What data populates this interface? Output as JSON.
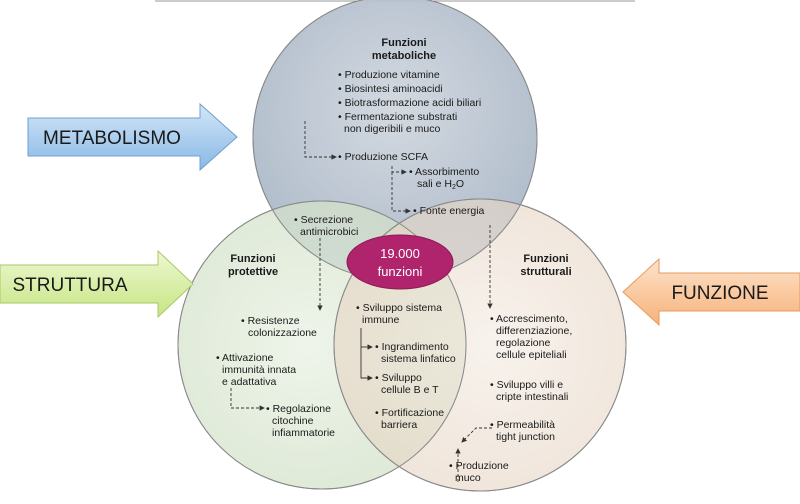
{
  "arrows": {
    "metabolismo": {
      "label": "METABOLISMO",
      "color": "#a9cdef"
    },
    "struttura": {
      "label": "STRUTTURA",
      "color": "#d9f0a3"
    },
    "funzione": {
      "label": "FUNZIONE",
      "color": "#fbc99a"
    }
  },
  "circles": {
    "top": {
      "color": "#b3bfcd"
    },
    "left": {
      "color": "#d8e6cf"
    },
    "right": {
      "color": "#ebdccd"
    }
  },
  "center": {
    "line1": "19.000",
    "line2": "funzioni",
    "color": "#b0246d"
  },
  "metabolic": {
    "title_line1": "Funzioni",
    "title_line2": "metaboliche",
    "items": [
      "• Produzione vitamine",
      "• Biosintesi aminoacidi",
      "• Biotrasformazione acidi biliari",
      "• Fermentazione substrati",
      "non digeribili e muco",
      "• Produzione SCFA",
      "• Assorbimento",
      "sali e H",
      "2",
      "O",
      "• Fonte energia"
    ]
  },
  "protective": {
    "title_line1": "Funzioni",
    "title_line2": "protettive",
    "items": [
      "• Secrezione",
      "antimicrobici",
      "• Resistenze",
      "colonizzazione",
      "• Attivazione",
      "immunità innata",
      "e adattativa",
      "• Regolazione",
      "citochine",
      "infiammatorie"
    ]
  },
  "immune": {
    "items": [
      "• Sviluppo sistema",
      "immune",
      "• Ingrandimento",
      "sistema linfatico",
      "• Sviluppo",
      "cellule B e T",
      "• Fortificazione",
      "barriera"
    ]
  },
  "structural": {
    "title_line1": "Funzioni",
    "title_line2": "strutturali",
    "items": [
      "• Accrescimento,",
      "differenziazione,",
      "regolazione",
      "cellule epiteliali",
      "• Sviluppo villi e",
      "cripte intestinali",
      "• Permeabilità",
      "tight junction",
      "• Produzione",
      "muco"
    ]
  }
}
